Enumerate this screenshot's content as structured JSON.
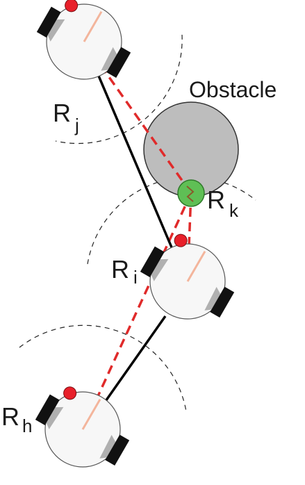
{
  "labels": {
    "obstacle": "Obstacle",
    "r_j": {
      "base": "R",
      "sub": "j"
    },
    "r_k": {
      "base": "R",
      "sub": "k"
    },
    "r_i": {
      "base": "R",
      "sub": "i"
    },
    "r_h": {
      "base": "R",
      "sub": "h"
    }
  },
  "colors": {
    "obstacle_fill": "#bdbdbd",
    "target_fill": "#5fbf55",
    "robot_fill": "#f7f7f7",
    "wheel": "#111111",
    "marker": "#e8202a",
    "link_solid": "#000000",
    "link_dashed": "#e02a2a",
    "heading": "#f3b59c"
  }
}
